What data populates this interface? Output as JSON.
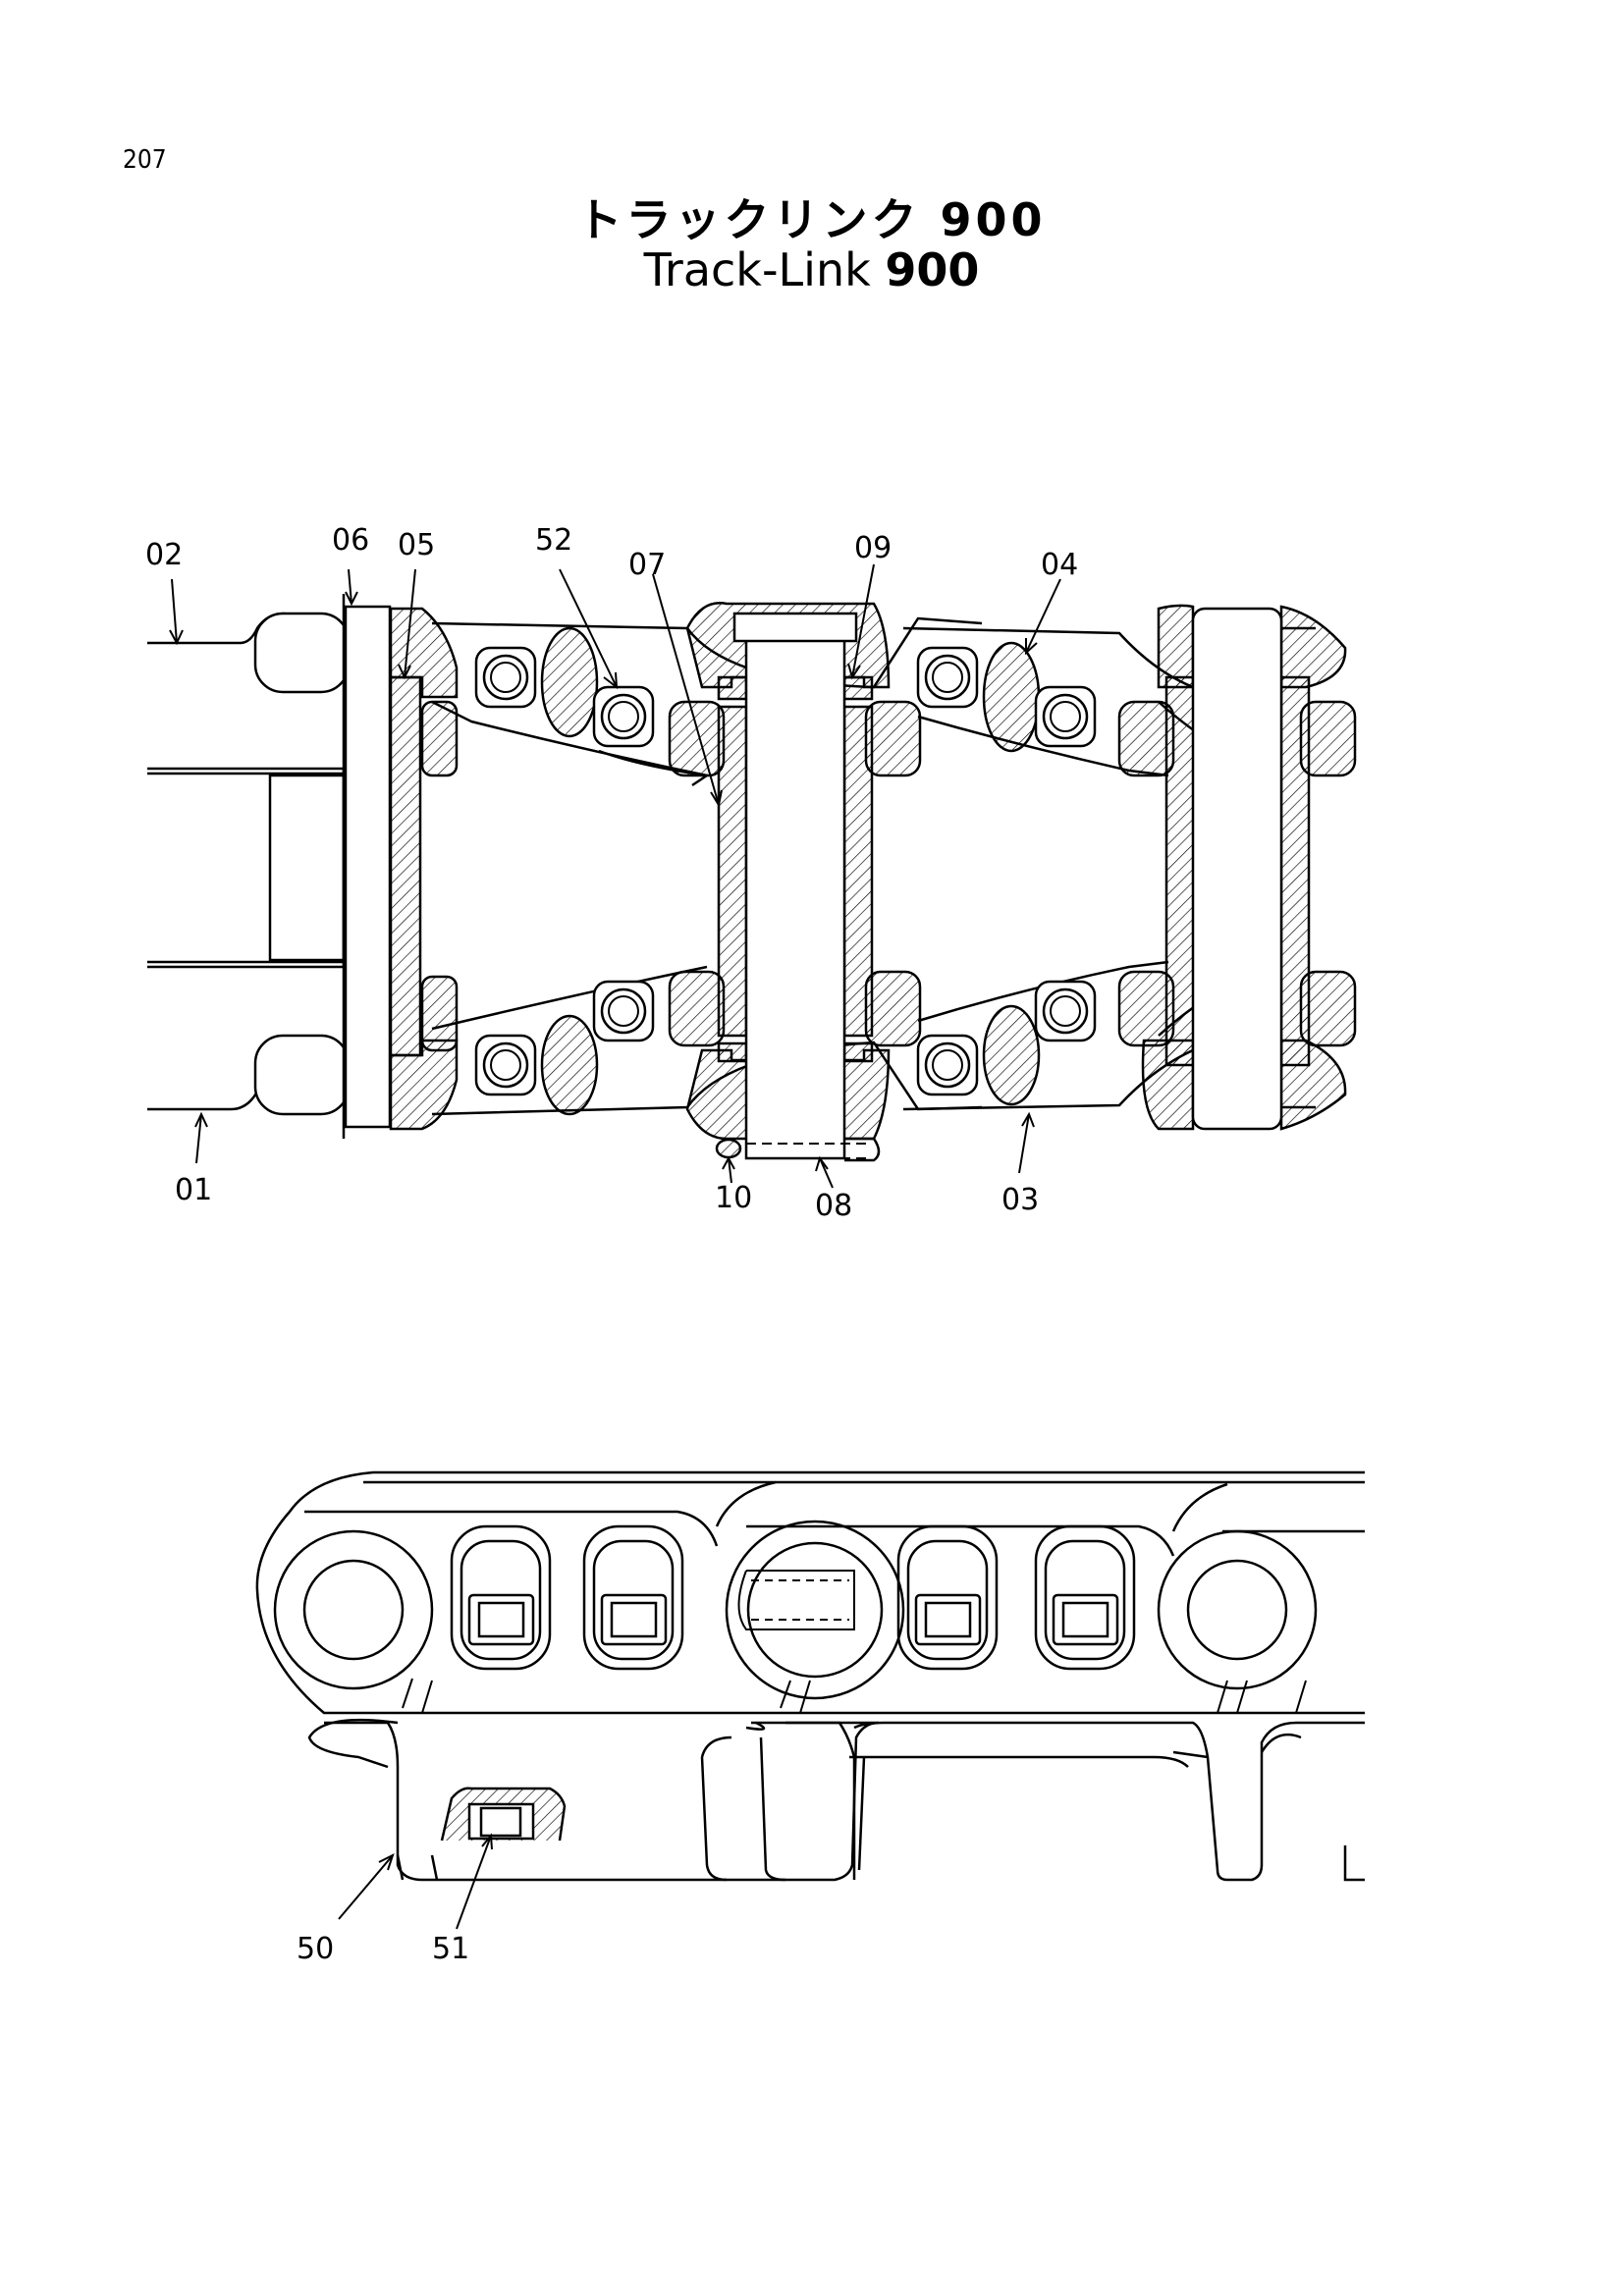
{
  "page_number": "207",
  "title_ja": "トラックリンク 900",
  "title_en": "Track-Link",
  "title_en_num": "900",
  "callouts": {
    "c01": "01",
    "c02": "02",
    "c03": "03",
    "c04": "04",
    "c05": "05",
    "c06": "06",
    "c07": "07",
    "c08": "08",
    "c09": "09",
    "c10": "10",
    "c50": "50",
    "c51": "51",
    "c52": "52"
  }
}
